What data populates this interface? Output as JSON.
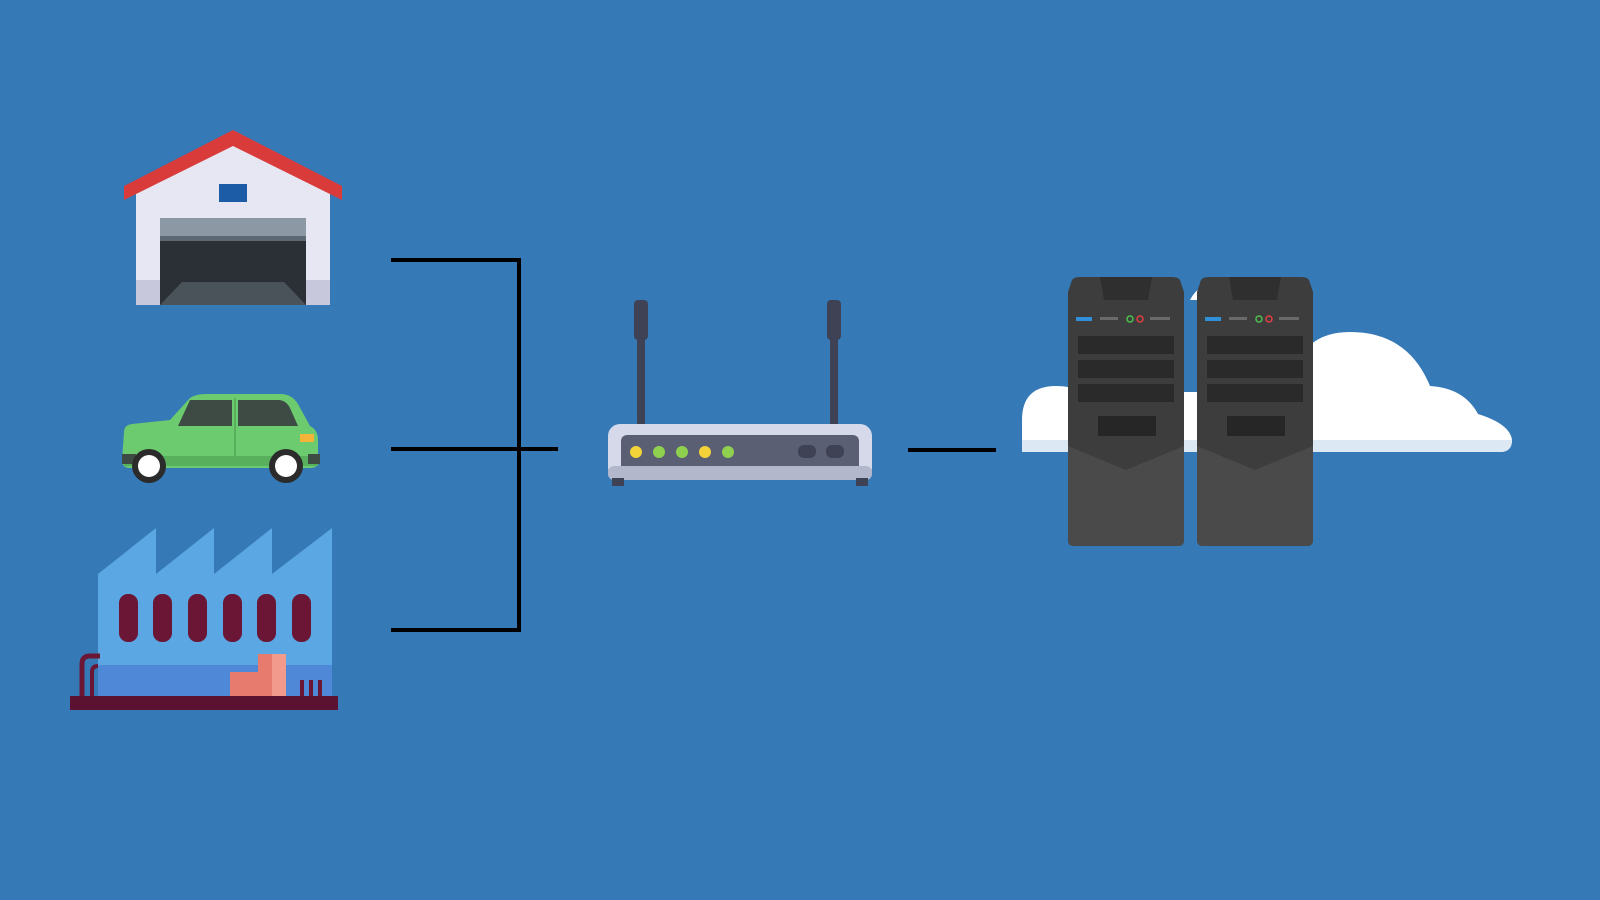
{
  "diagram": {
    "background_color": "#3579B6",
    "connector_color": "#000000",
    "sources": [
      {
        "id": "garage",
        "icon": "garage-icon"
      },
      {
        "id": "car",
        "icon": "car-icon"
      },
      {
        "id": "factory",
        "icon": "factory-icon"
      }
    ],
    "gateway": {
      "icon": "router-icon",
      "led_count": 5
    },
    "destination": {
      "icon": "cloud-servers-icon",
      "server_count": 2
    },
    "colors": {
      "garage_roof": "#D93A3A",
      "car_body": "#6CCB6F",
      "factory_wall": "#5BA7E4",
      "router_body": "#5A5F73",
      "server_body": "#3D3D3D",
      "cloud": "#FFFFFF"
    }
  }
}
